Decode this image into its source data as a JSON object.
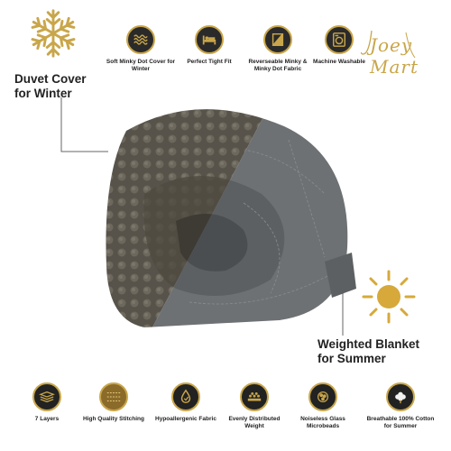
{
  "brand": {
    "logo_text": "Joey Mart"
  },
  "winter": {
    "line1": "Duvet Cover",
    "line2": "for Winter"
  },
  "summer": {
    "line1": "Weighted Blanket",
    "line2": "for Summer"
  },
  "top_features": [
    {
      "label": "Soft Minky Dot Cover for Winter",
      "icon": "waves-icon"
    },
    {
      "label": "Perfect Tight Fit",
      "icon": "bed-icon"
    },
    {
      "label": "Reverseable Minky & Minky Dot Fabric",
      "icon": "fabric-icon"
    },
    {
      "label": "Machine Washable",
      "icon": "washing-machine-icon"
    }
  ],
  "bottom_features": [
    {
      "label": "7 Layers",
      "icon": "layers-icon"
    },
    {
      "label": "High Quality Stitching",
      "icon": "stitching-icon"
    },
    {
      "label": "Hypoallergenic Fabric",
      "icon": "drop-icon"
    },
    {
      "label": "Evenly Distributed Weight",
      "icon": "weight-icon"
    },
    {
      "label": "Noiseless Glass Microbeads",
      "icon": "beads-icon"
    },
    {
      "label": "Breathable 100% Cotton for Summer",
      "icon": "cotton-icon"
    }
  ],
  "colors": {
    "gold": "#c9a64a",
    "dark": "#2a2a2a",
    "blanket_gray": "#6e7173",
    "minky": "#5e5a50"
  }
}
